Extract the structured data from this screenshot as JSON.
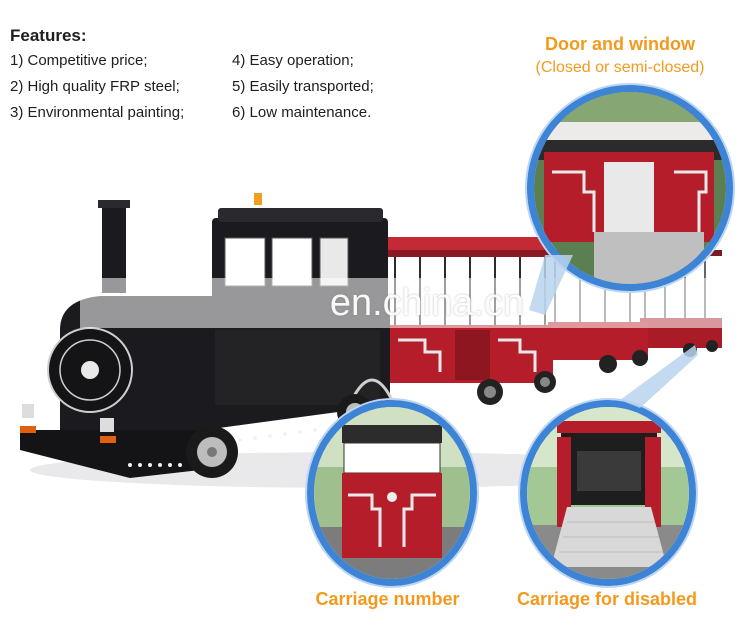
{
  "features": {
    "heading": "Features:",
    "items": [
      "1) Competitive price;",
      "4) Easy operation;",
      "2) High quality FRP steel;",
      "5) Easily transported;",
      "3) Environmental painting;",
      "6) Low maintenance."
    ]
  },
  "callouts": {
    "door_title": "Door and window",
    "door_subtitle": "(Closed or semi-closed)",
    "carriage_number": "Carriage number",
    "carriage_disabled": "Carriage for disabled"
  },
  "watermark": "en.china.cn",
  "colors": {
    "accent_orange": "#f39a1e",
    "ring_blue": "#3d84d6",
    "carriage_red": "#b51d2a",
    "locomotive_black": "#1b1b1f"
  }
}
